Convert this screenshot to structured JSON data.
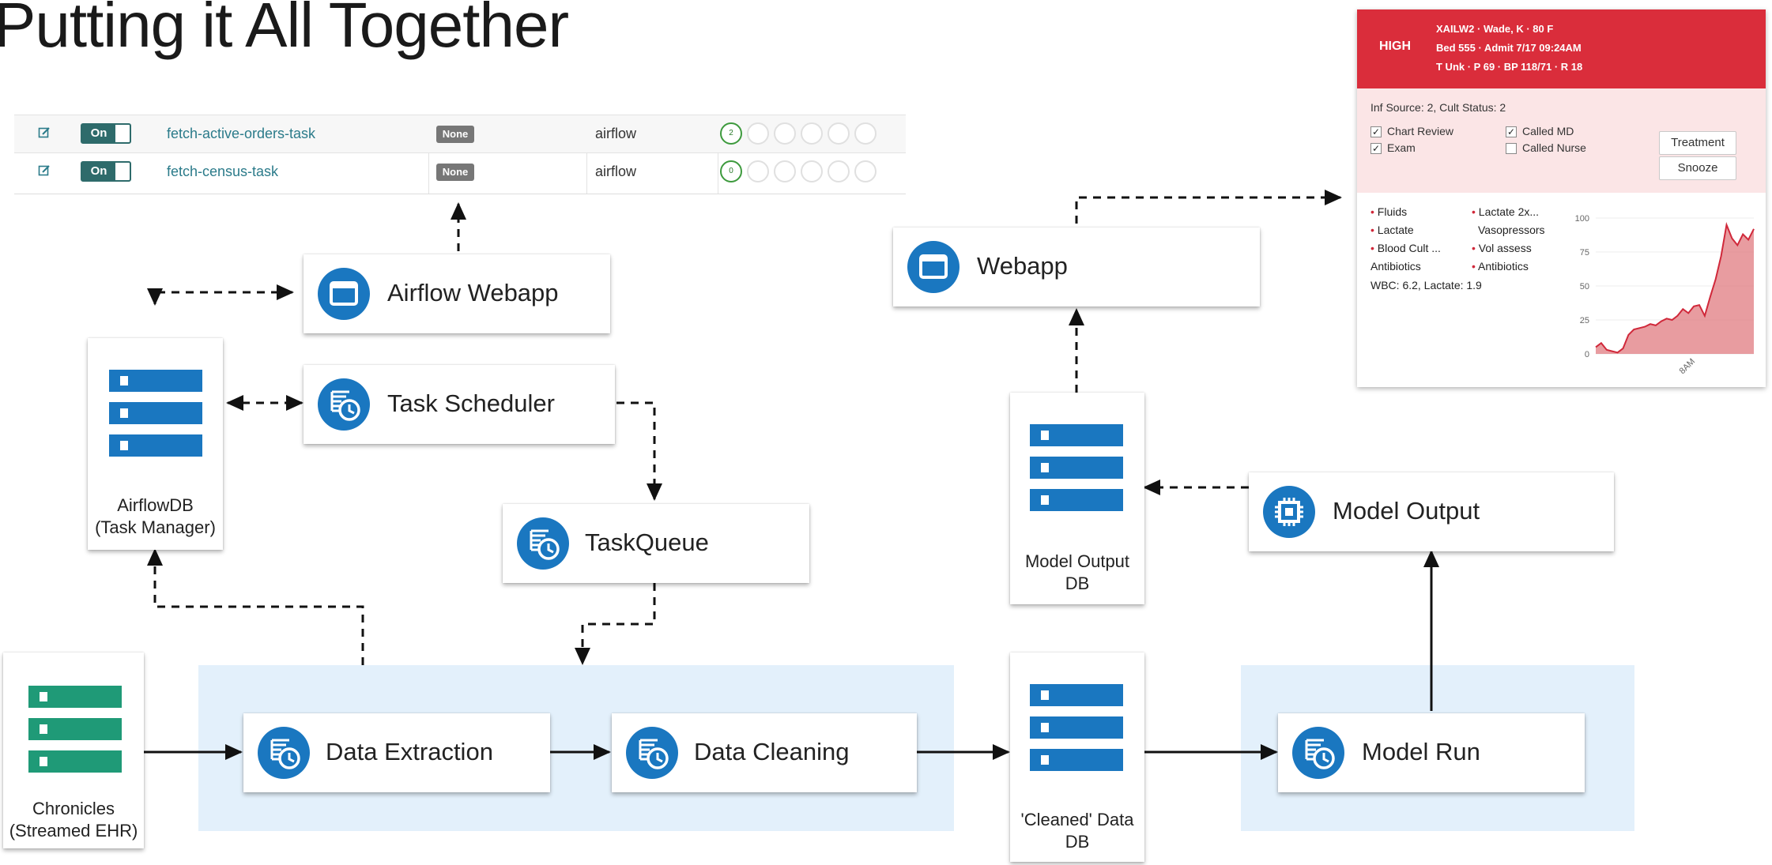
{
  "title": "Putting it All Together",
  "airflow_table": {
    "rows": [
      {
        "toggle": "On",
        "dag_id": "fetch-active-orders-task",
        "schedule": "None",
        "owner": "airflow",
        "recent_count": "2"
      },
      {
        "toggle": "On",
        "dag_id": "fetch-census-task",
        "schedule": "None",
        "owner": "airflow",
        "recent_count": "0"
      }
    ]
  },
  "nodes": {
    "airflow_webapp": "Airflow Webapp",
    "task_scheduler": "Task Scheduler",
    "airflow_db": [
      "AirflowDB",
      "(Task Manager)"
    ],
    "task_queue": "TaskQueue",
    "chronicles": [
      "Chronicles",
      "(Streamed EHR)"
    ],
    "data_extraction": "Data Extraction",
    "data_cleaning": "Data Cleaning",
    "cleaned_db": [
      "'Cleaned' Data",
      "DB"
    ],
    "model_run": "Model Run",
    "model_output": "Model Output",
    "model_output_db": [
      "Model Output",
      "DB"
    ],
    "webapp": "Webapp"
  },
  "alert_card": {
    "level": "HIGH",
    "patient_line1": "XAILW2 · Wade, K · 80 F",
    "patient_line2": "Bed 555 · Admit 7/17 09:24AM",
    "patient_line3": "T Unk · P 69 · BP 118/71 · R 18",
    "inf_source": "Inf Source: 2, Cult Status: 2",
    "checks": [
      {
        "label": "Chart Review",
        "checked": true
      },
      {
        "label": "Exam",
        "checked": true
      },
      {
        "label": "Called MD",
        "checked": true
      },
      {
        "label": "Called Nurse",
        "checked": false
      }
    ],
    "check_mark": "✓",
    "buttons": {
      "treatment": "Treatment",
      "snooze": "Snooze"
    },
    "bullet": "•",
    "left_items": [
      "Fluids",
      "Lactate",
      "Blood Cult ...",
      "Antibiotics"
    ],
    "right_items": [
      "Lactate 2x...",
      "Vasopressors",
      "Vol assess",
      "Antibiotics"
    ],
    "labs": "WBC: 6.2, Lactate: 1.9",
    "colors": {
      "header": "#da2d3b",
      "panel": "#fbe5e6",
      "chart_fill": "#e07b80",
      "chart_line": "#d0283a"
    }
  },
  "chart_data": {
    "type": "area",
    "ylim": [
      0,
      100
    ],
    "yticks": [
      "100",
      "75",
      "50",
      "25",
      "0"
    ],
    "xtick_label": "8AM",
    "values": [
      5,
      8,
      3,
      2,
      1,
      4,
      14,
      18,
      19,
      20,
      22,
      21,
      24,
      26,
      25,
      28,
      33,
      30,
      35,
      36,
      28,
      42,
      55,
      72,
      95,
      85,
      80,
      88,
      84,
      92
    ]
  },
  "colors": {
    "accent": "#1a77c0",
    "source_db": "#1f9a77",
    "panel_bg": "#e3f0fb",
    "toggle": "#2e6b6b",
    "link": "#2b7b8a"
  }
}
